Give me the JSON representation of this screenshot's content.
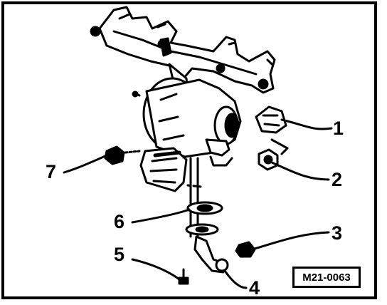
{
  "callouts": [
    {
      "id": "1",
      "text": "1"
    },
    {
      "id": "2",
      "text": "2"
    },
    {
      "id": "3",
      "text": "3"
    },
    {
      "id": "4",
      "text": "4"
    },
    {
      "id": "5",
      "text": "5"
    },
    {
      "id": "6",
      "text": "6"
    },
    {
      "id": "7",
      "text": "7"
    }
  ],
  "figure_id": "M21-0063"
}
